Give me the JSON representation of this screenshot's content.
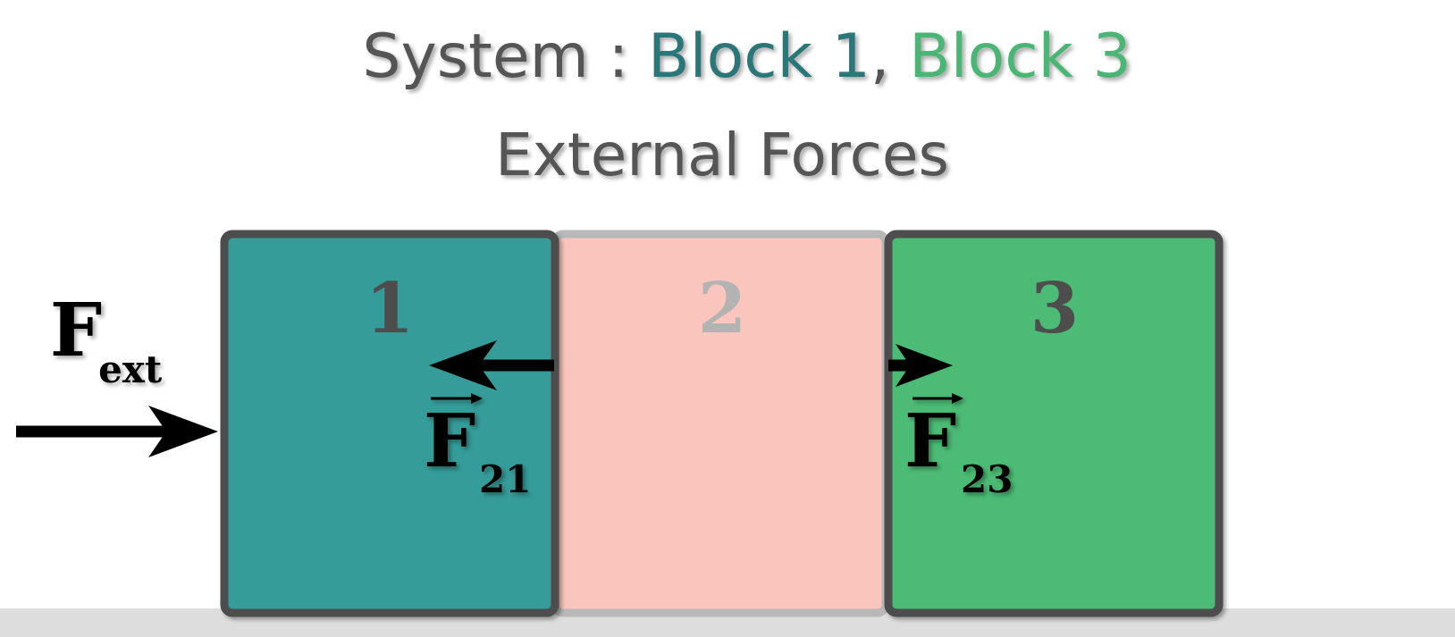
{
  "title": {
    "prefix": "System : ",
    "block1": "Block 1",
    "separator": ", ",
    "block3": "Block 3"
  },
  "subtitle": "External Forces",
  "blocks": [
    {
      "label": "1",
      "fill": "#359c9a",
      "border": "#4d4d4d",
      "label_color": "#4d4d4d",
      "in_system": true
    },
    {
      "label": "2",
      "fill": "#f9c5bc",
      "border": "#b8b8b8",
      "label_color": "#b3b3b3",
      "in_system": false
    },
    {
      "label": "3",
      "fill": "#4bbb74",
      "border": "#4d4d4d",
      "label_color": "#4d4d4d",
      "in_system": true
    }
  ],
  "forces": {
    "external": {
      "main": "F",
      "sub": "ext"
    },
    "f21": {
      "main": "F",
      "sub": "21",
      "vector": true
    },
    "f23": {
      "main": "F",
      "sub": "23",
      "vector": true
    }
  },
  "colors": {
    "text_gray": "#555555",
    "block1_title": "#2a7678",
    "block3_title": "#4bb574",
    "floor": "#dddddd",
    "arrow": "#000000"
  }
}
